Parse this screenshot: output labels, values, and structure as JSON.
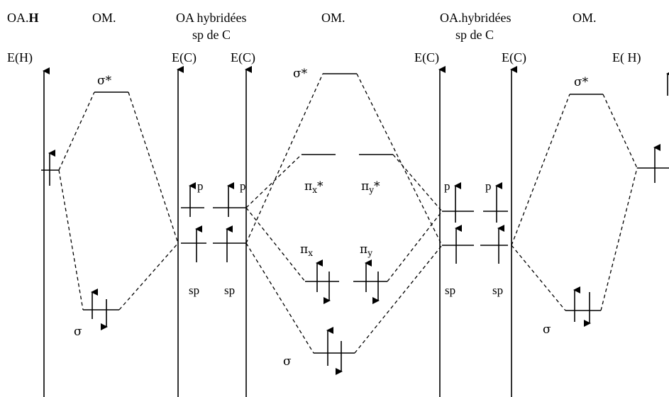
{
  "headers": {
    "oa_h_left_prefix": "OA.",
    "oa_h_left_bold": "H",
    "om_left": "OM.",
    "oa_hyb_left_line1": "OA hybridées",
    "oa_hyb_left_line2": "sp de C",
    "om_center": "OM.",
    "oa_hyb_right_line1": "OA.hybridées",
    "oa_hyb_right_line2": "sp de C",
    "om_right": "OM."
  },
  "axes": {
    "e_h_left": "E(H)",
    "e_c_1": "E(C)",
    "e_c_2": "E(C)",
    "e_c_3": "E(C)",
    "e_c_4": "E(C)",
    "e_h_right": "E( H)"
  },
  "labels": {
    "sigma_star_left": "σ*",
    "sigma_left": "σ",
    "p_1": "p",
    "p_2": "p",
    "sp_1": "sp",
    "sp_2": "sp",
    "sigma_star_center": "σ*",
    "pi_x_star_base": "π",
    "pi_x_star_sub": "x",
    "pi_x_star_sup": "*",
    "pi_y_star_base": "π",
    "pi_y_star_sub": "y",
    "pi_y_star_sup": "*",
    "pi_x_base": "π",
    "pi_x_sub": "x",
    "pi_y_base": "π",
    "pi_y_sub": "y",
    "sigma_center": "σ",
    "p_3": "p",
    "p_4": "p",
    "sp_3": "sp",
    "sp_4": "sp",
    "sigma_star_right": "σ*",
    "sigma_right": "σ"
  },
  "colors": {
    "ink": "#000000",
    "background": "#ffffff"
  }
}
